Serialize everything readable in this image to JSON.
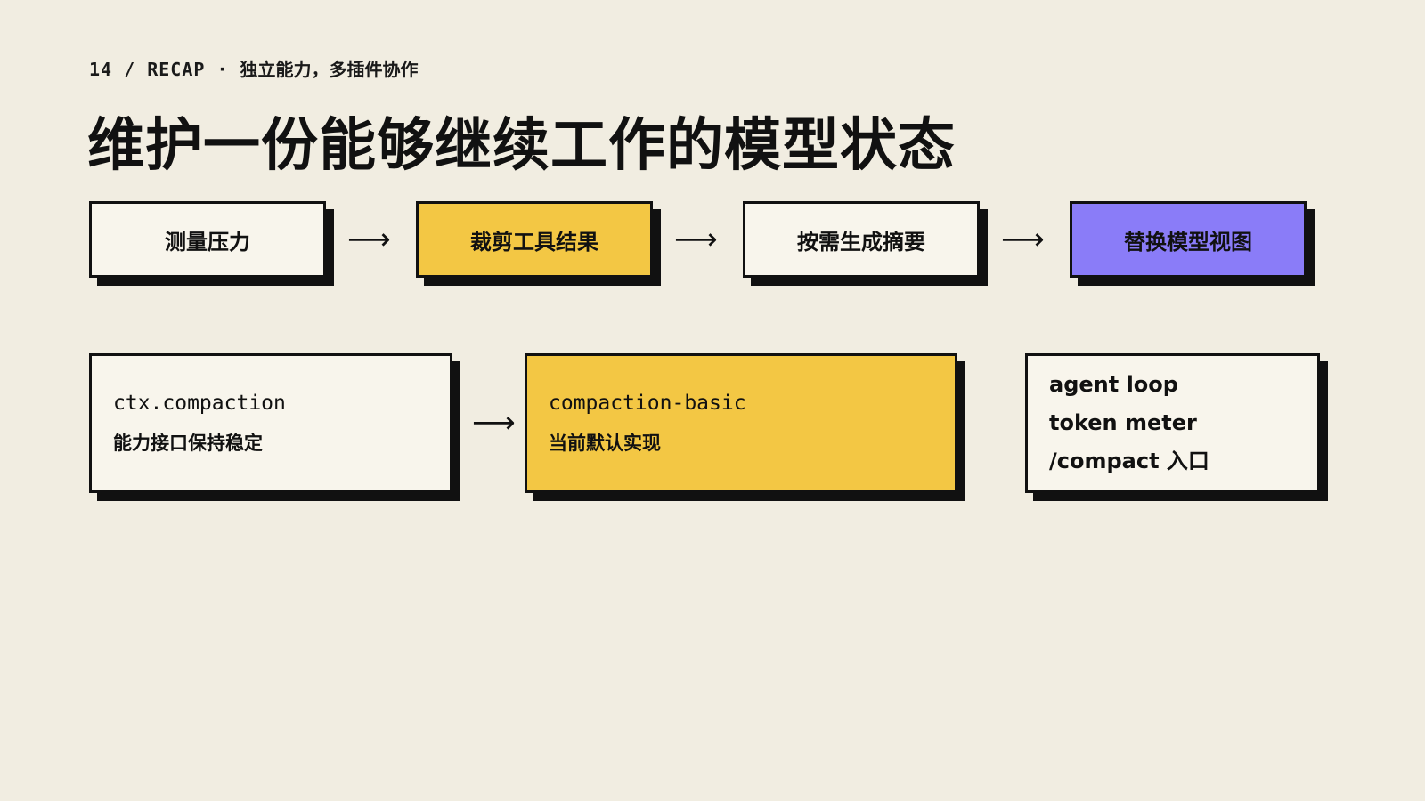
{
  "header": {
    "eyebrow_prefix": "14 / RECAP · ",
    "eyebrow_suffix": "独立能力，多插件协作",
    "title": "维护一份能够继续工作的模型状态"
  },
  "flow": {
    "steps": [
      {
        "label": "测量压力",
        "color": "#f8f5ec"
      },
      {
        "label": "裁剪工具结果",
        "color": "#f3c744"
      },
      {
        "label": "按需生成摘要",
        "color": "#f8f5ec"
      },
      {
        "label": "替换模型视图",
        "color": "#8a7cf8"
      }
    ],
    "arrow": "⟶"
  },
  "cards": {
    "interface": {
      "code": "ctx.compaction",
      "desc": "能力接口保持稳定"
    },
    "arrow": "⟶",
    "implementation": {
      "code": "compaction-basic",
      "desc": "当前默认实现"
    },
    "consumers": {
      "lines": [
        "agent loop",
        "token meter",
        "/compact 入口"
      ]
    }
  },
  "colors": {
    "background": "#f1ede1",
    "ink": "#111111",
    "yellow": "#f3c744",
    "purple": "#8a7cf8",
    "card": "#f8f5ec"
  }
}
